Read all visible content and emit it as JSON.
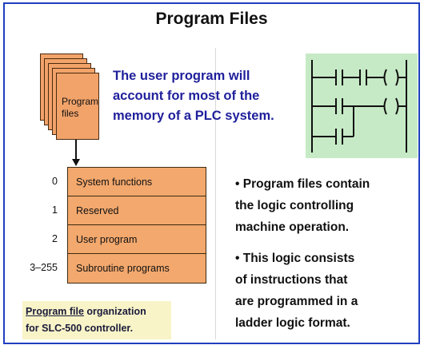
{
  "title": "Program Files",
  "file_stack_label": [
    "Program",
    "files"
  ],
  "intro_lines": [
    "The user program will",
    "account for most of the",
    "memory of a PLC system."
  ],
  "memory_table": [
    {
      "address": "0",
      "label": "System functions"
    },
    {
      "address": "1",
      "label": "Reserved"
    },
    {
      "address": "2",
      "label": "User program"
    },
    {
      "address": "3–255",
      "label": "Subroutine programs"
    }
  ],
  "caption": {
    "underlined": "Program file",
    "rest_line1": " organization",
    "line2": "for SLC-500 controller."
  },
  "bullet_1": [
    "• Program files contain",
    "the logic controlling",
    "machine operation."
  ],
  "bullet_2": [
    "• This logic consists",
    "of instructions that",
    "are programmed in a",
    "ladder logic format."
  ],
  "colors": {
    "border": "#1f3fbf",
    "intro_text": "#20209c",
    "file_fill": "#f2a36a",
    "table_fill": "#f3a86d",
    "ladder_bg": "#c6eac6",
    "caption_bg": "#f8f4c8"
  },
  "icons": [
    "ladder-logic-diagram",
    "arrow-down-icon"
  ]
}
